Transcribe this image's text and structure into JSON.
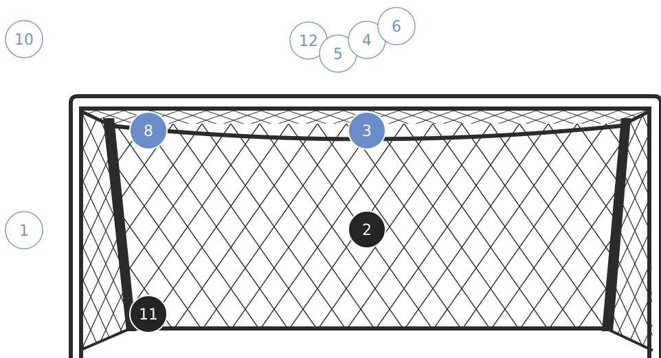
{
  "colors": {
    "frame": "#2b2b2b",
    "net": "#2b2b2b",
    "outline_marker_stroke": "#6f8fc9",
    "outline_marker_text": "#6f8fc9",
    "blue_marker_fill": "#6a8cc8",
    "dark_marker_fill": "#242424",
    "filled_marker_text": "#ffffff"
  },
  "markers": {
    "m10": {
      "label": "10",
      "style": "outline"
    },
    "m12": {
      "label": "12",
      "style": "outline"
    },
    "m5": {
      "label": "5",
      "style": "outline"
    },
    "m4": {
      "label": "4",
      "style": "outline"
    },
    "m6": {
      "label": "6",
      "style": "outline"
    },
    "m1": {
      "label": "1",
      "style": "outline"
    },
    "m8": {
      "label": "8",
      "style": "blue"
    },
    "m3": {
      "label": "3",
      "style": "blue"
    },
    "m2": {
      "label": "2",
      "style": "dark"
    },
    "m11": {
      "label": "11",
      "style": "dark"
    }
  }
}
